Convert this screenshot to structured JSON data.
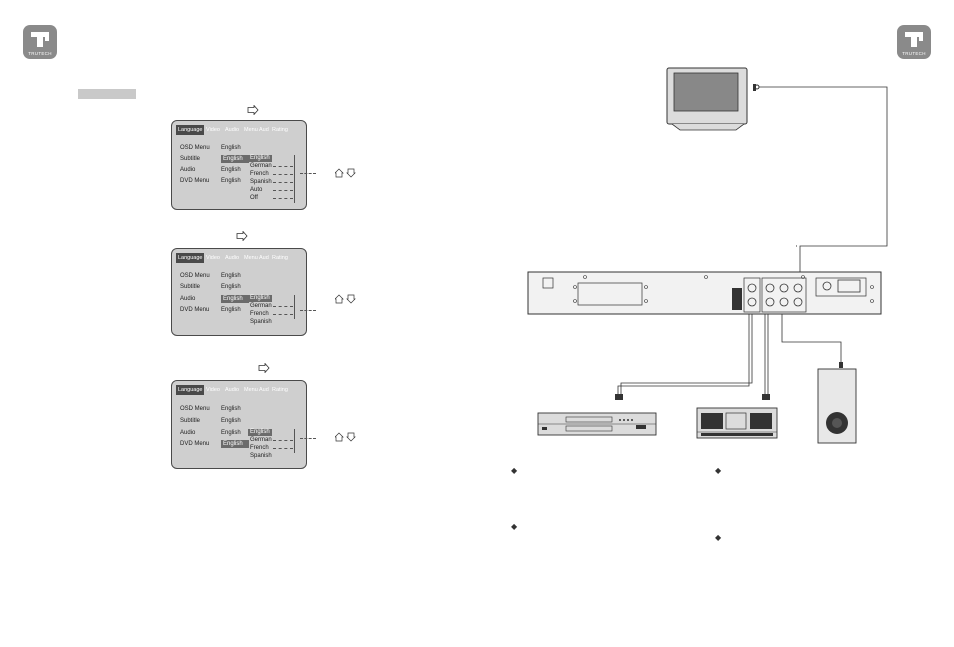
{
  "logos": {
    "text": "TRUTECH"
  },
  "tabs": [
    "Language",
    "Video",
    "Audio",
    "Menu Aud",
    "Rating"
  ],
  "panels": [
    {
      "rows": [
        {
          "label": "OSD Menu",
          "value": "English"
        },
        {
          "label": "Subtitle",
          "value": "English"
        },
        {
          "label": "Audio",
          "value": "English"
        },
        {
          "label": "DVD Menu",
          "value": "English"
        }
      ],
      "options": [
        "English",
        "German",
        "French",
        "Spanish",
        "Auto",
        "Off"
      ]
    },
    {
      "rows": [
        {
          "label": "OSD Menu",
          "value": "English"
        },
        {
          "label": "Subtitle",
          "value": "English"
        },
        {
          "label": "Audio",
          "value": "English"
        },
        {
          "label": "DVD Menu",
          "value": "English"
        }
      ],
      "options": [
        "English",
        "German",
        "French",
        "Spanish"
      ]
    },
    {
      "rows": [
        {
          "label": "OSD Menu",
          "value": "English"
        },
        {
          "label": "Subtitle",
          "value": "English"
        },
        {
          "label": "Audio",
          "value": "English"
        },
        {
          "label": "DVD Menu",
          "value": "English"
        }
      ],
      "options": [
        "English",
        "German",
        "French",
        "Spanish"
      ]
    }
  ],
  "colors": {
    "panel_bg": "#cfcfcf",
    "highlight": "#6b6b6b",
    "logo": "#8a8a8a"
  }
}
